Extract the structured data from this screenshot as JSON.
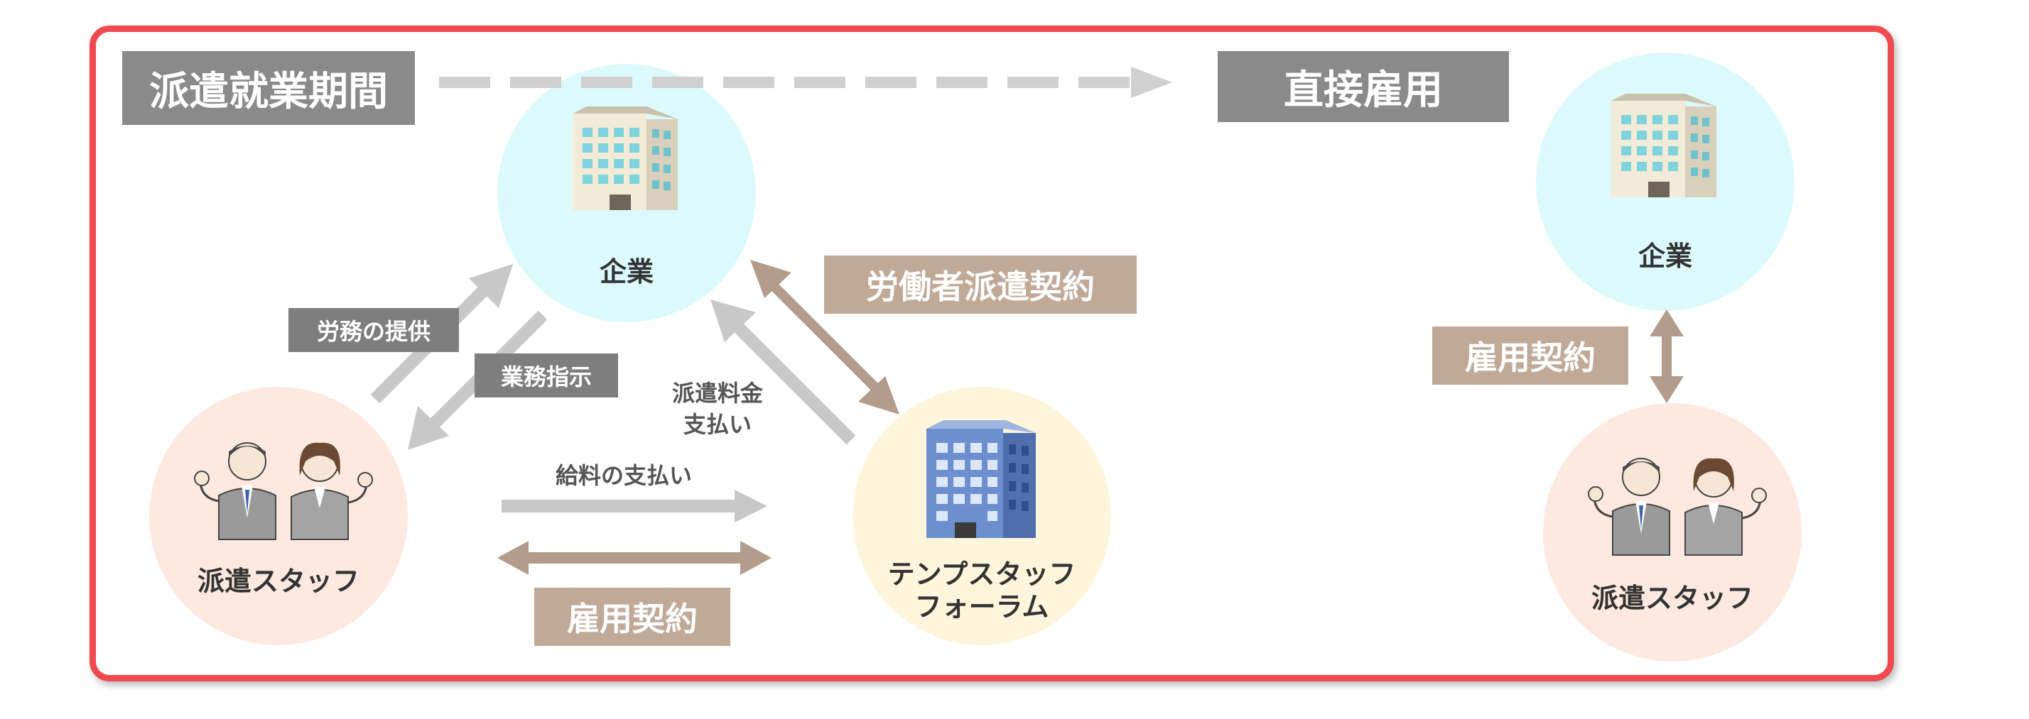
{
  "labels": {
    "haken_period": "派遣就業期間",
    "direct_hire": "直接雇用",
    "labor_dispatch_contract": "労働者派遣契約",
    "employment_contract_right": "雇用契約",
    "employment_contract_bottom": "雇用契約",
    "labor_service": "労務の提供",
    "work_instruction": "業務指示",
    "dispatch_fee_line1": "派遣料金",
    "dispatch_fee_line2": "支払い",
    "salary_payment": "給料の支払い"
  },
  "nodes": {
    "company_left": "企業",
    "company_right": "企業",
    "staff_left": "派遣スタッフ",
    "staff_right": "派遣スタッフ",
    "agency_line1": "テンプスタッフ",
    "agency_line2": "フォーラム"
  },
  "colors": {
    "frame": "#ef4a4f",
    "company_circle": "#dcfafc",
    "staff_circle": "#fde9df",
    "agency_circle": "#fdf6dc",
    "gray_label": "#8a8a8a",
    "tan_label": "#c1a998",
    "gray_arrow": "#c8c8c8",
    "tan_arrow": "#b39c8c"
  },
  "icons": {
    "building_light": "beige-office-building-icon",
    "building_blue": "blue-office-building-icon",
    "staff": "business-people-pair-icon"
  }
}
